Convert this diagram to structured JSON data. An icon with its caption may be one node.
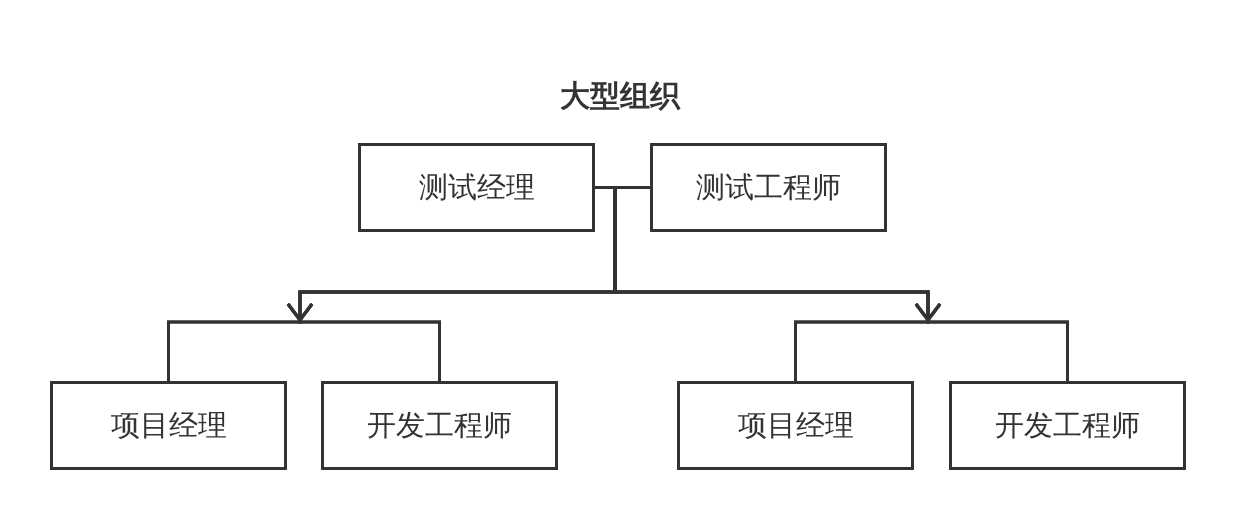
{
  "diagram": {
    "title": "大型组织",
    "nodes": [
      {
        "text": [
          "测试经理"
        ]
      },
      {
        "text": [
          "测试工程师"
        ]
      },
      {
        "text": [
          "项目经理"
        ]
      },
      {
        "text": [
          "开发工程师"
        ]
      },
      {
        "text": [
          "项目经理"
        ]
      },
      {
        "text": [
          "开发工程师"
        ]
      }
    ],
    "edges": [
      {
        "from": 0,
        "to": 2,
        "arrow": "to"
      },
      {
        "from": 0,
        "to": 3,
        "arrow": "to"
      },
      {
        "from": 0,
        "to": 4,
        "arrow": "to"
      },
      {
        "from": 0,
        "to": 5,
        "arrow": "to"
      },
      {
        "from": 1,
        "to": 2,
        "arrow": "to"
      },
      {
        "from": 1,
        "to": 3,
        "arrow": "to"
      },
      {
        "from": 1,
        "to": 4,
        "arrow": "to"
      },
      {
        "from": 1,
        "to": 5,
        "arrow": "to"
      }
    ]
  }
}
